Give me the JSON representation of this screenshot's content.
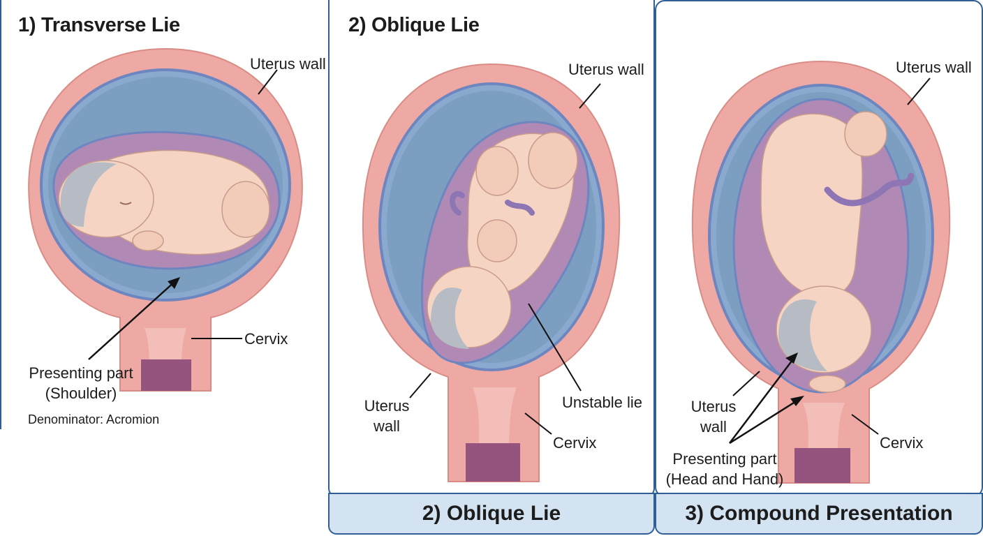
{
  "panel1": {
    "title": "1) Transverse Lie",
    "uterus_wall": "Uterus wall",
    "cervix": "Cervix",
    "presenting_1": "Presenting part",
    "presenting_2": "(Shoulder)",
    "denominator": "Denominator: Acromion"
  },
  "panel2": {
    "title": "2) Oblique Lie",
    "uterus_wall_top": "Uterus wall",
    "uterus_wall_left_1": "Uterus",
    "uterus_wall_left_2": "wall",
    "unstable": "Unstable lie",
    "cervix": "Cervix",
    "footer": "2) Oblique Lie"
  },
  "panel3": {
    "uterus_wall_top": "Uterus wall",
    "uterus_wall_left_1": "Uterus",
    "uterus_wall_left_2": "wall",
    "cervix": "Cervix",
    "presenting_1": "Presenting part",
    "presenting_2": "(Head and Hand)",
    "footer": "3) Compound Presentation"
  },
  "colors": {
    "uterus_wall": "#eea9a4",
    "fluid": "#7c9ec0",
    "sac": "#b08ab4",
    "skin": "#f6d4c4",
    "hair": "#b7bcc4",
    "cord": "#8e76b4",
    "frame": "#2f5f96",
    "footer_bg": "#d4e3f2"
  }
}
